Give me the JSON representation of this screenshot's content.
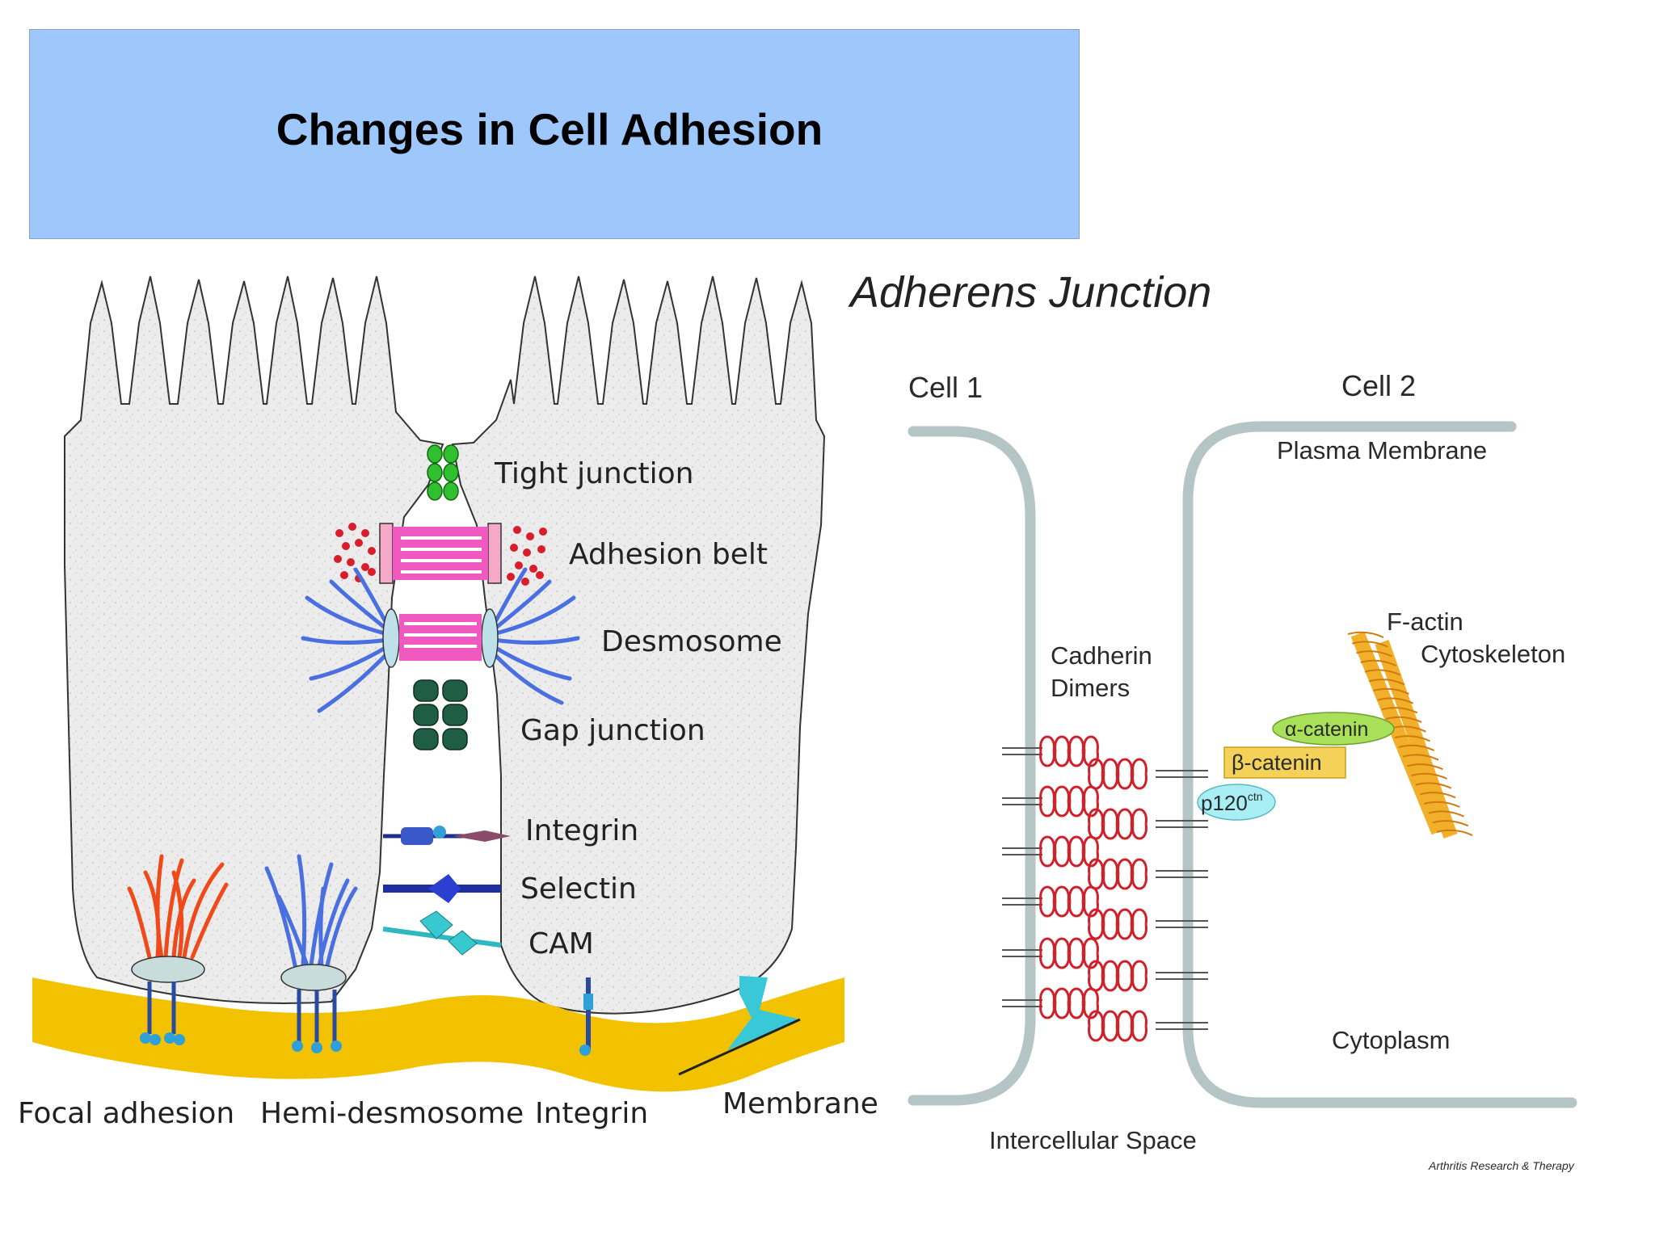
{
  "slide": {
    "title": "Changes in Cell Adhesion"
  },
  "left_diagram": {
    "labels": {
      "tight_junction": "Tight junction",
      "adhesion_belt": "Adhesion belt",
      "desmosome": "Desmosome",
      "gap_junction": "Gap junction",
      "integrin": "Integrin",
      "selectin": "Selectin",
      "cam": "CAM",
      "focal_adhesion": "Focal adhesion",
      "hemi_desmosome": "Hemi-desmosome",
      "integrin_bottom": "Integrin",
      "membrane": "Membrane"
    }
  },
  "right_diagram": {
    "title": "Adherens Junction",
    "labels": {
      "cell1": "Cell 1",
      "cell2": "Cell 2",
      "plasma_membrane": "Plasma Membrane",
      "f_actin": "F-actin",
      "cytoskeleton": "Cytoskeleton",
      "cadherin": "Cadherin",
      "dimers": "Dimers",
      "alpha_catenin": "α-catenin",
      "beta_catenin": "β-catenin",
      "p120": "p120",
      "p120_sup": "ctn",
      "cytoplasm": "Cytoplasm",
      "intercellular_space": "Intercellular Space",
      "credit": "Arthritis Research & Therapy"
    }
  },
  "colors": {
    "title_bg": "#9ec8fb",
    "membrane_yellow": "#f2c200",
    "tight_junction": "#2fbf2f",
    "adhesion_belt": "#f05ac0",
    "desmosome_filaments": "#4a6fe0",
    "focal_adhesion_filaments": "#f04a1a",
    "cadherin": "#d0202a",
    "cell_outline_gray": "#b5c4c4",
    "alpha_catenin": "#a8e05a",
    "beta_catenin": "#f4d25a",
    "p120": "#a8eef4",
    "f_actin": "#f2b02a"
  }
}
